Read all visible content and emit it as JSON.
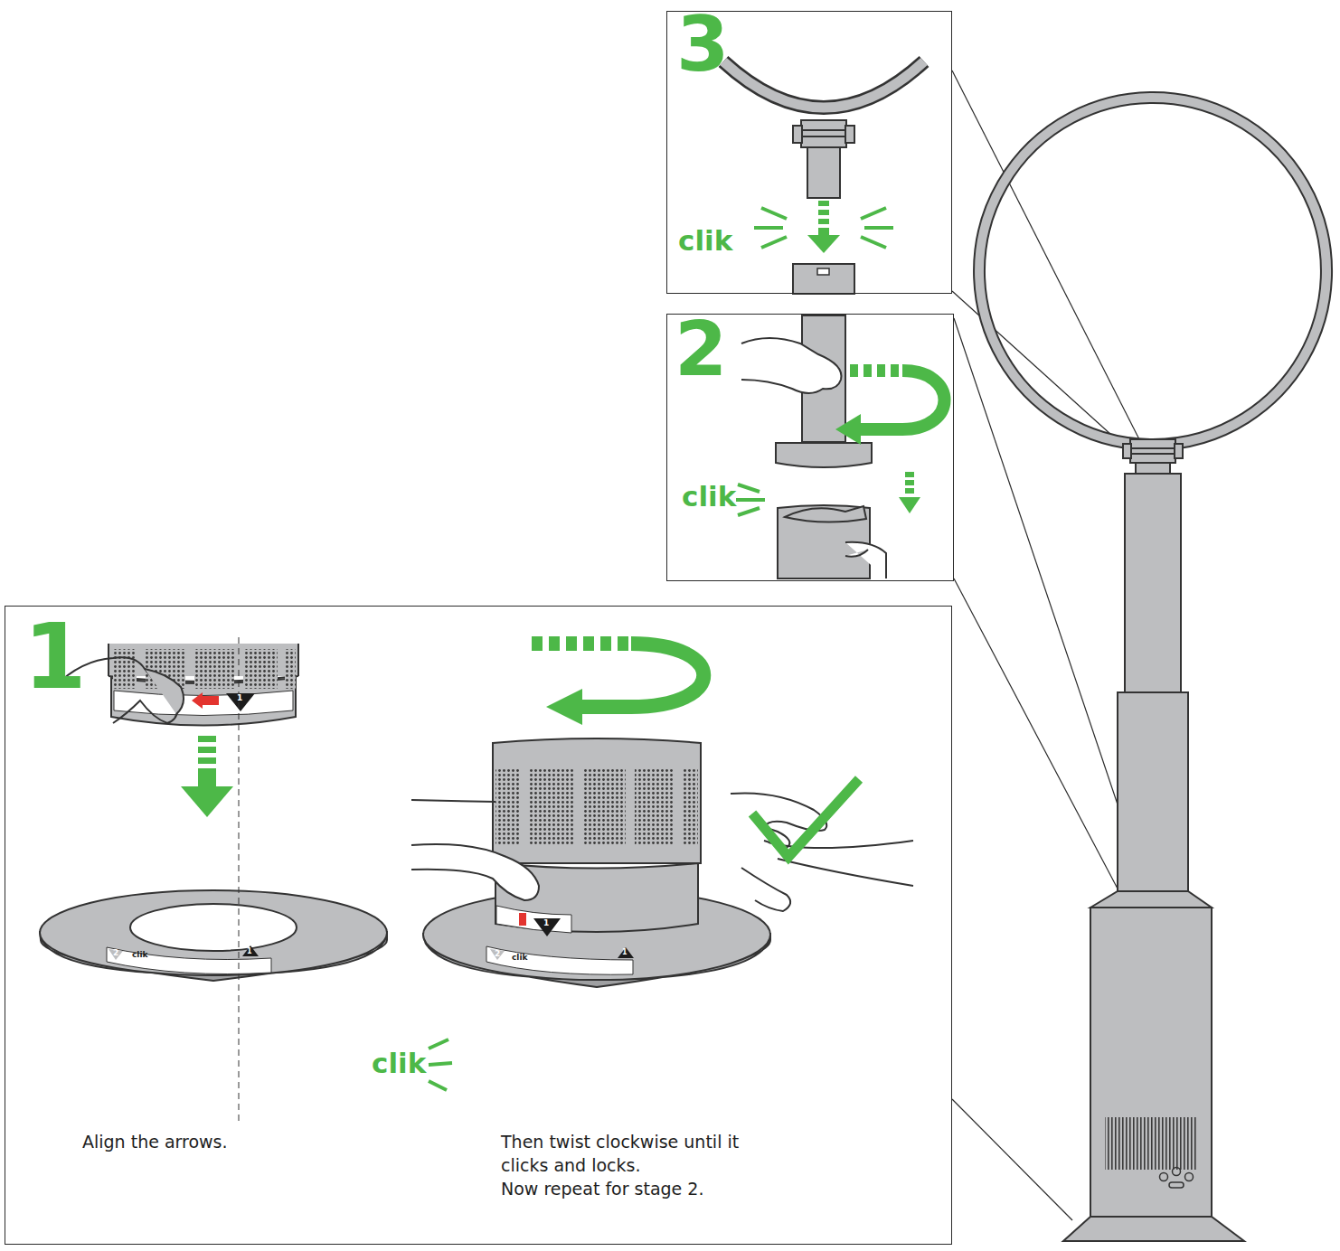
{
  "diagram": {
    "nodes": [
      {
        "text": [
          "3",
          "clik"
        ]
      },
      {
        "text": [
          "2",
          "clik"
        ]
      },
      {
        "text": [
          "1",
          "clik",
          "Align the arrows.",
          "Then twist clockwise until it clicks and locks.",
          "Now repeat for stage 2."
        ]
      }
    ],
    "labels": [
      "1",
      "2",
      "clik",
      "1",
      "1",
      "2",
      "clik",
      "1"
    ]
  }
}
